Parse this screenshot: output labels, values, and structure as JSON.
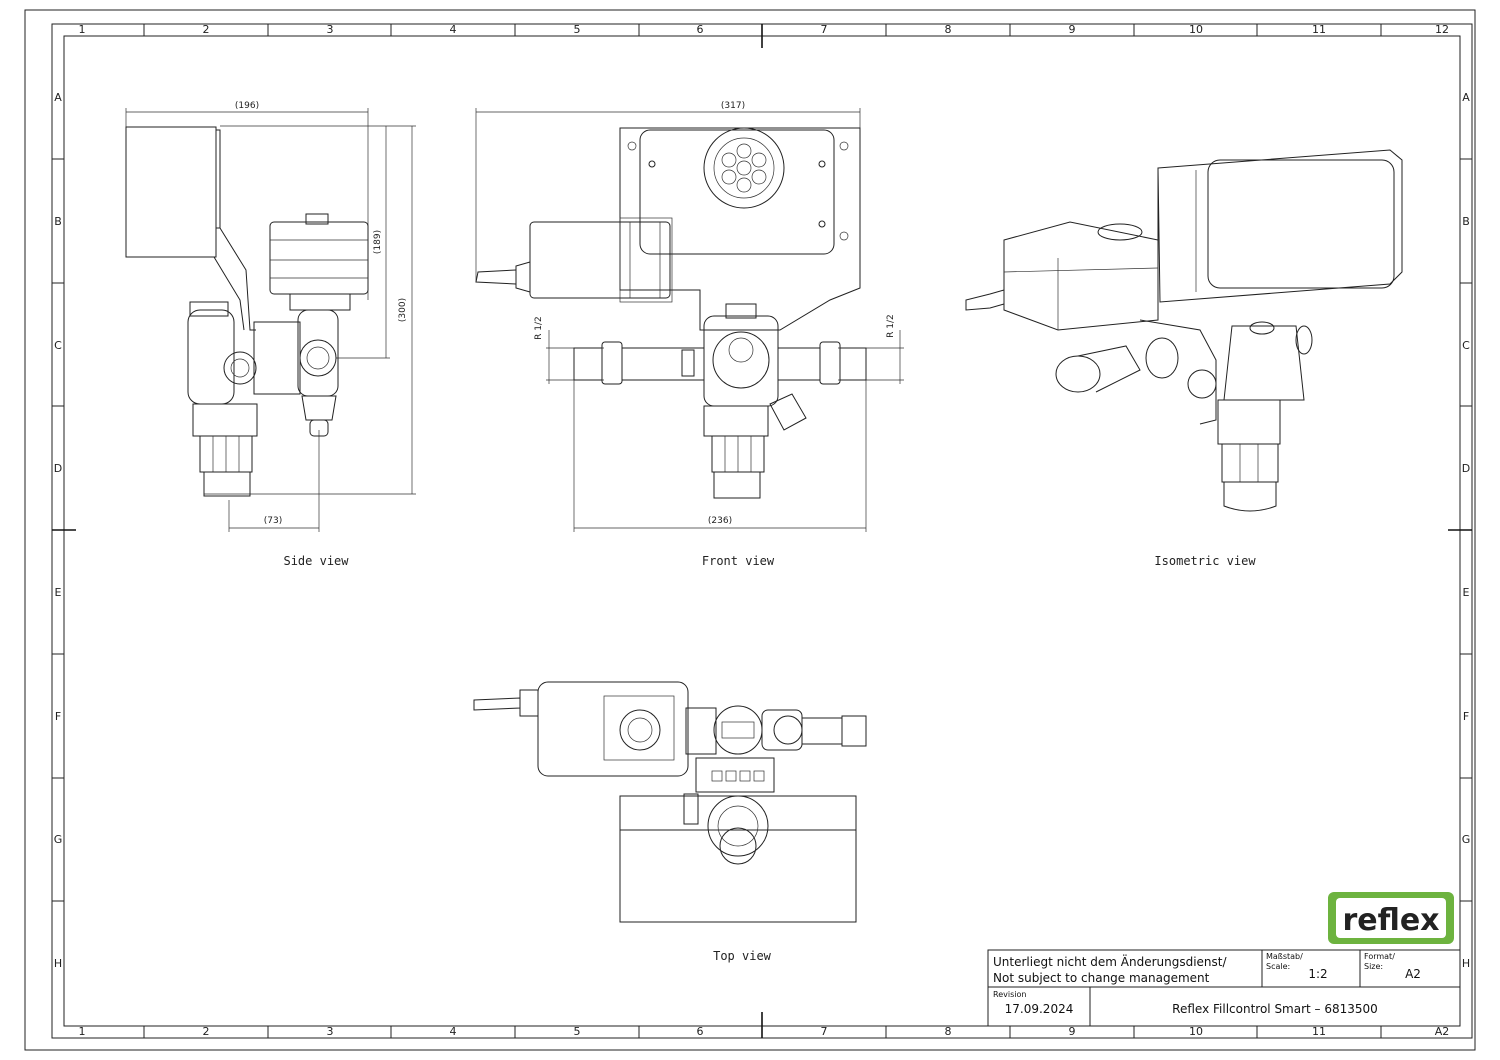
{
  "grid": {
    "columns": [
      "1",
      "2",
      "3",
      "4",
      "5",
      "6",
      "7",
      "8",
      "9",
      "10",
      "11",
      "12"
    ],
    "rows": [
      "A",
      "B",
      "C",
      "D",
      "E",
      "F",
      "G",
      "H"
    ],
    "corner_bottom_right": "A2"
  },
  "views": {
    "side": "Side view",
    "front": "Front view",
    "isometric": "Isometric view",
    "top": "Top view"
  },
  "dimensions": {
    "side_width": "(196)",
    "side_height_total": "(300)",
    "side_height_upper": "(189)",
    "side_offset": "(73)",
    "front_width": "(317)",
    "front_pipe_span": "(236)",
    "thread_left": "R 1/2",
    "thread_right": "R 1/2"
  },
  "title_block": {
    "notice_de": "Unterliegt nicht dem Änderungsdienst/",
    "notice_en": "Not subject to change management",
    "scale_label_de": "Maßstab/",
    "scale_label_en": "Scale:",
    "scale_value": "1:2",
    "format_label_de": "Format/",
    "format_label_en": "Size:",
    "format_value": "A2",
    "revision_label": "Revision",
    "revision_date": "17.09.2024",
    "product": "Reflex Fillcontrol Smart – 6813500"
  },
  "logo": {
    "text": "reflex",
    "color": "#6db33f"
  }
}
